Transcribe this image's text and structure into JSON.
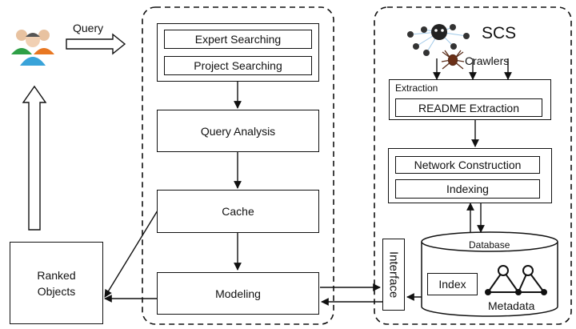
{
  "query_label": "Query",
  "search": {
    "expert": "Expert Searching",
    "project": "Project Searching"
  },
  "query_analysis": "Query Analysis",
  "cache": "Cache",
  "modeling": "Modeling",
  "ranked_objects": {
    "line1": "Ranked",
    "line2": "Objects"
  },
  "scs": {
    "title": "SCS",
    "crawlers": "Crawlers"
  },
  "extraction": {
    "title": "Extraction",
    "readme": "README Extraction"
  },
  "network_construction": "Network Construction",
  "indexing": "Indexing",
  "interface": "Interface",
  "database": {
    "title": "Database",
    "index": "Index",
    "metadata": "Metadata"
  }
}
